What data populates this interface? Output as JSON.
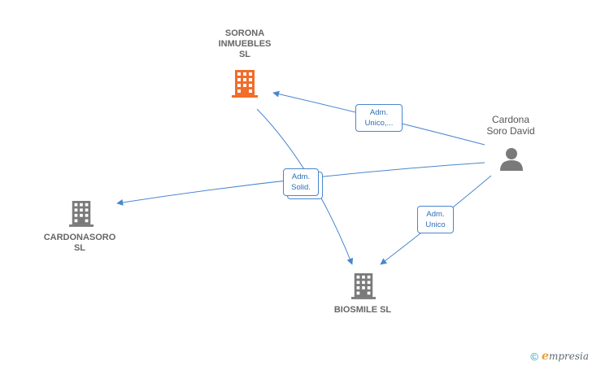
{
  "nodes": {
    "sorona": {
      "label": "SORONA\nINMUEBLES\nSL",
      "type": "company",
      "color": "#f26c2a"
    },
    "cardonasoro": {
      "label": "CARDONASORO\nSL",
      "type": "company",
      "color": "#7a7a7a"
    },
    "biosmile": {
      "label": "BIOSMILE  SL",
      "type": "company",
      "color": "#7a7a7a"
    },
    "cardona_person": {
      "label": "Cardona\nSoro David",
      "type": "person",
      "color": "#7a7a7a"
    }
  },
  "edges": {
    "person_to_sorona": {
      "label": "Adm.\nUnico,..."
    },
    "solid": {
      "label": "Adm.\nSolid."
    },
    "person_to_biosmile": {
      "label": "Adm.\nUnico"
    }
  },
  "colors": {
    "edge": "#4a86cf"
  },
  "footer": {
    "copyright": "©",
    "brand_e": "e",
    "brand_rest": "mpresia"
  }
}
